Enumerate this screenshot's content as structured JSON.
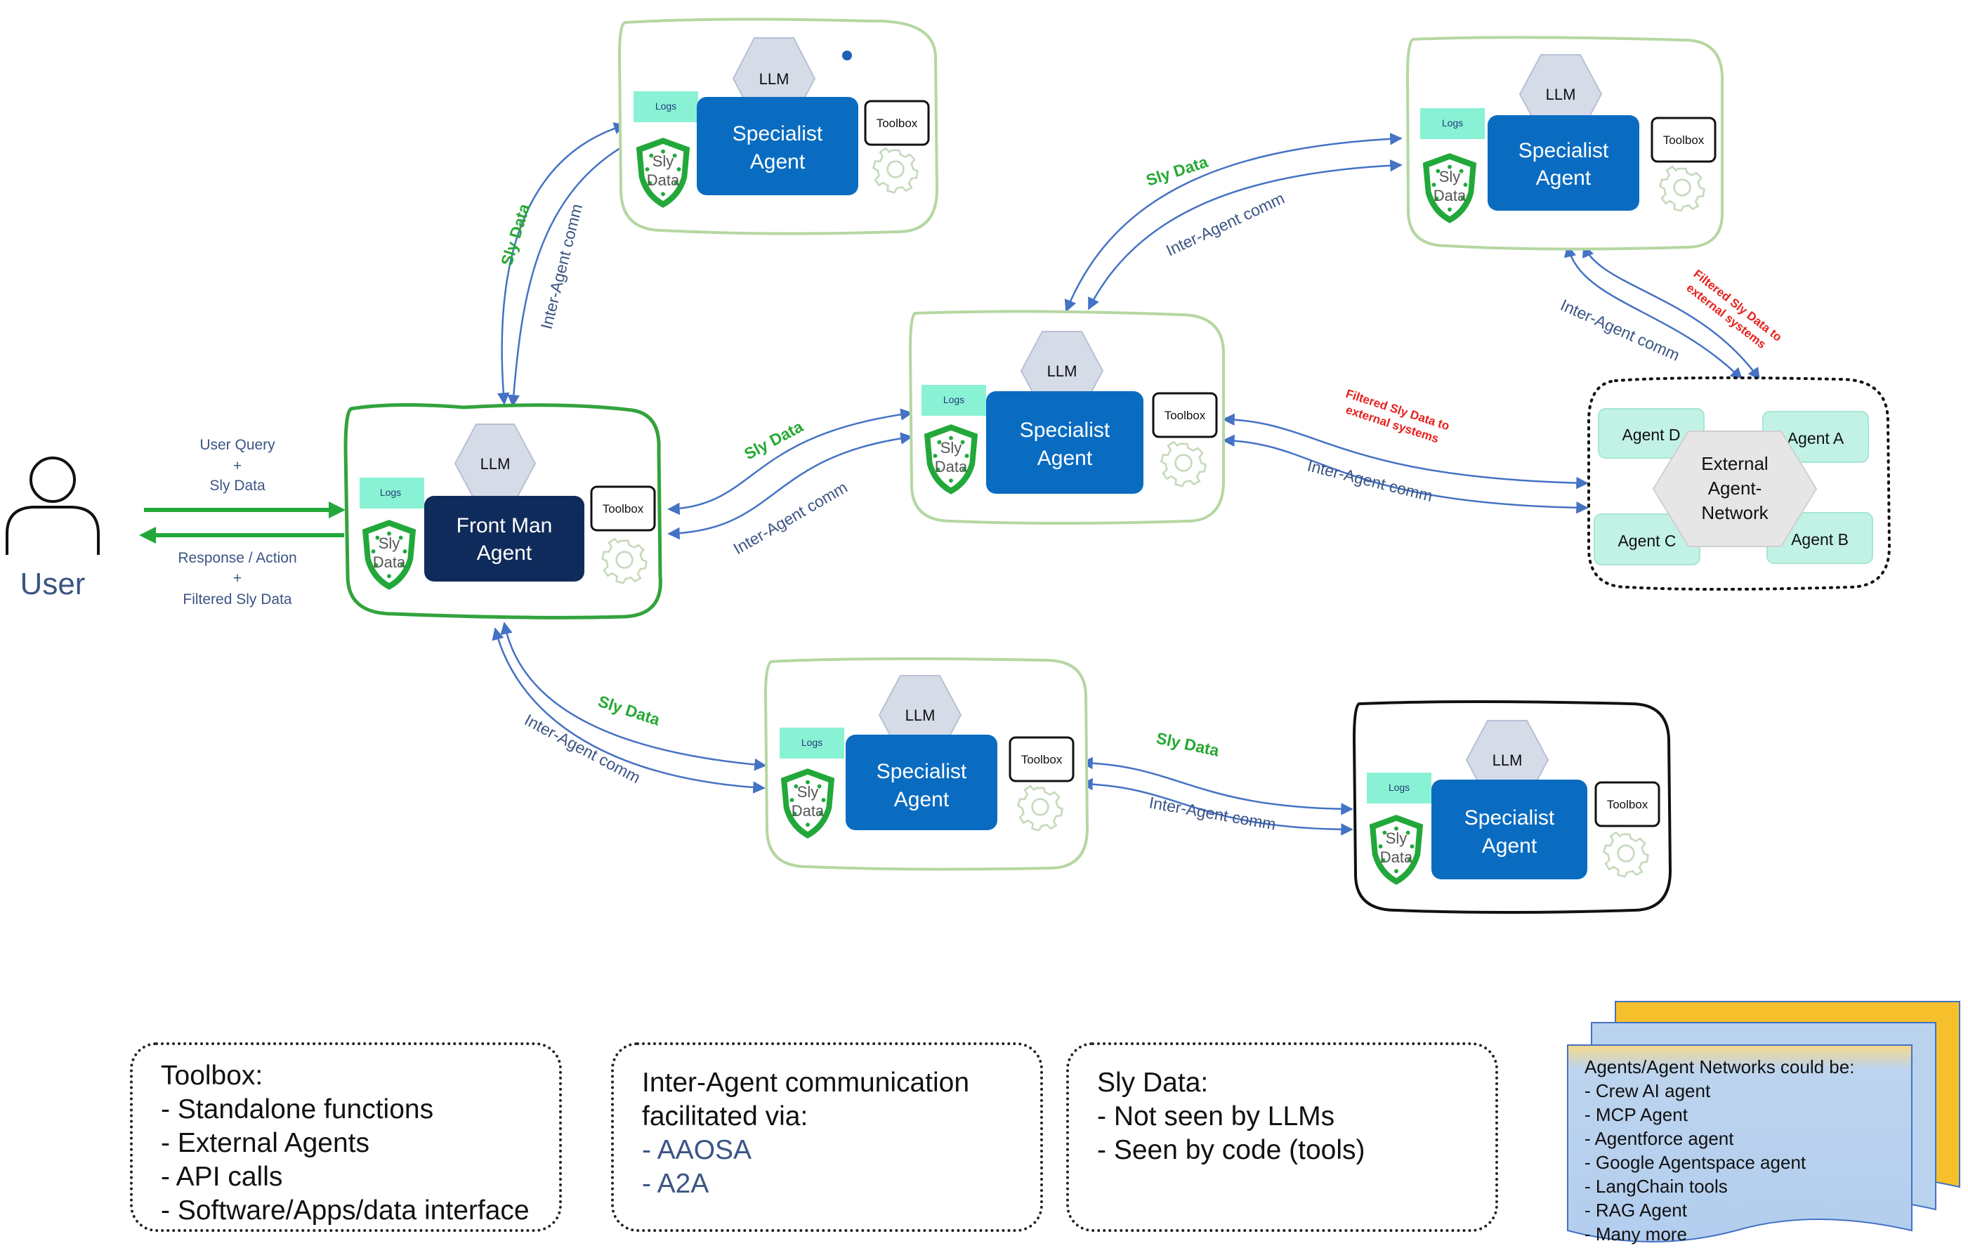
{
  "user": {
    "label": "User"
  },
  "user_link": {
    "query_line1": "User Query",
    "query_line2": "+",
    "query_line3": "Sly Data",
    "response_line1": "Response / Action",
    "response_line2": "+",
    "response_line3": "Filtered Sly Data"
  },
  "agents": {
    "front": {
      "name_line1": "Front Man",
      "name_line2": "Agent",
      "llm": "LLM",
      "logs": "Logs",
      "toolbox": "Toolbox",
      "sly_line1": "Sly",
      "sly_line2": "Data"
    },
    "top": {
      "name_line1": "Specialist",
      "name_line2": "Agent",
      "llm": "LLM",
      "logs": "Logs",
      "toolbox": "Toolbox",
      "sly_line1": "Sly",
      "sly_line2": "Data"
    },
    "middle": {
      "name_line1": "Specialist",
      "name_line2": "Agent",
      "llm": "LLM",
      "logs": "Logs",
      "toolbox": "Toolbox",
      "sly_line1": "Sly",
      "sly_line2": "Data"
    },
    "top_right": {
      "name_line1": "Specialist",
      "name_line2": "Agent",
      "llm": "LLM",
      "logs": "Logs",
      "toolbox": "Toolbox",
      "sly_line1": "Sly",
      "sly_line2": "Data"
    },
    "bottom": {
      "name_line1": "Specialist",
      "name_line2": "Agent",
      "llm": "LLM",
      "logs": "Logs",
      "toolbox": "Toolbox",
      "sly_line1": "Sly",
      "sly_line2": "Data"
    },
    "bottom_right": {
      "name_line1": "Specialist",
      "name_line2": "Agent",
      "llm": "LLM",
      "logs": "Logs",
      "toolbox": "Toolbox",
      "sly_line1": "Sly",
      "sly_line2": "Data"
    }
  },
  "edge_labels": {
    "sly_data": "Sly Data",
    "inter_agent_comm": "Inter-Agent comm",
    "filtered_line1": "Filtered Sly Data to",
    "filtered_line2": "external systems"
  },
  "external_network": {
    "center_line1": "External",
    "center_line2": "Agent-",
    "center_line3": "Network",
    "agent_d": "Agent D",
    "agent_a": "Agent A",
    "agent_c": "Agent C",
    "agent_b": "Agent B"
  },
  "legend_toolbox": {
    "title": "Toolbox:",
    "items": [
      "- Standalone functions",
      "- External Agents",
      "- API calls",
      "- Software/Apps/data interface"
    ]
  },
  "legend_comm": {
    "title_line1": "Inter-Agent communication",
    "title_line2": "facilitated via:",
    "items": [
      "- AAOSA",
      "- A2A"
    ]
  },
  "legend_sly": {
    "title": "Sly Data:",
    "items": [
      "- Not seen by LLMs",
      "- Seen by code (tools)"
    ]
  },
  "notes": {
    "title": "Agents/Agent Networks could be:",
    "items": [
      "- Crew AI agent",
      "- MCP Agent",
      "- Agentforce agent",
      "- Google Agentspace agent",
      "- LangChain tools",
      "- RAG Agent",
      "- Many more"
    ]
  },
  "colors": {
    "agent_blue": "#0a6cc1",
    "front_navy": "#0f2b5b",
    "frame_green": "#b5d7a2",
    "front_frame_green": "#33a33d",
    "sly_label_green": "#26a833",
    "arrow_blue": "#4472c4",
    "filtered_red": "#e8201c",
    "logs_teal": "#8af2d4",
    "ext_agent_teal": "#c2f2e6",
    "note_blue": "#b9d2ee",
    "note_gold": "#f5c02c"
  }
}
